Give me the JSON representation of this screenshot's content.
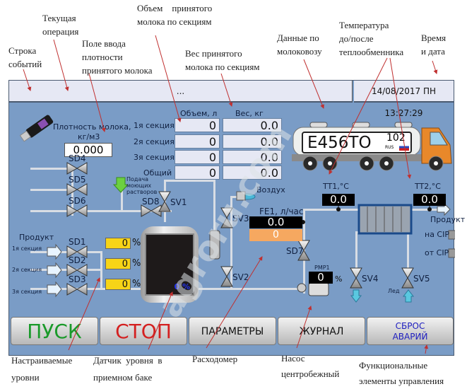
{
  "annotations": {
    "event_line": [
      "Строка",
      "событий"
    ],
    "current_op": [
      "Текущая",
      "операция"
    ],
    "density_input": [
      "Поле ввода",
      "плотности",
      "принятого молока"
    ],
    "volume_sections": [
      "Объем    принятого",
      "молока по секциям"
    ],
    "weight_sections": [
      "Вес принятого",
      "молока по секциям"
    ],
    "truck_data": [
      "Данные по",
      "молоковозу"
    ],
    "temperature": [
      "Температура",
      "до/после",
      "теплообменника"
    ],
    "datetime": [
      "Время",
      "и дата"
    ],
    "levels": [
      "Настраиваемые",
      "уровни"
    ],
    "tank_level": [
      "Датчик  уровня  в",
      "приемном баке"
    ],
    "flowmeter": [
      "Расходомер"
    ],
    "pump": [
      "Насос",
      "центробежный"
    ],
    "controls": [
      "Функциональные",
      "элементы управления"
    ]
  },
  "header": {
    "event_text": "...",
    "datetime": "14/08/2017 ПН 13:27:29"
  },
  "density": {
    "label1": "Плотность молока,",
    "label2": "кг/м3",
    "value": "0.000"
  },
  "sections": {
    "volume_header": "Объем, л",
    "weight_header": "Вес, кг",
    "rows": [
      {
        "label": "1я секция",
        "volume": "0",
        "weight": "0.0"
      },
      {
        "label": "2я секция",
        "volume": "0",
        "weight": "0.0"
      },
      {
        "label": "3я секция",
        "volume": "0",
        "weight": "0.0"
      },
      {
        "label": "Общий",
        "volume": "0",
        "weight": "0.0"
      }
    ]
  },
  "truck": {
    "plate": "E456TO",
    "region": "102",
    "country": "RUS"
  },
  "valves": {
    "sd1": "SD1",
    "sd2": "SD2",
    "sd3": "SD3",
    "sd4": "SD4",
    "sd5": "SD5",
    "sd6": "SD6",
    "sd7": "SD7",
    "sd8": "SD8",
    "sv1": "SV1",
    "sv2": "SV2",
    "sv3": "SV3",
    "sv4": "SV4",
    "sv5": "SV5"
  },
  "inlets": {
    "product_label": "Продукт",
    "sections": [
      "1я секция",
      "2я секция",
      "3я секция"
    ],
    "wash": [
      "Подача",
      "моющих",
      "растворов"
    ],
    "air": "Воздух"
  },
  "levels": [
    {
      "value": "0",
      "unit": "%"
    },
    {
      "value": "0",
      "unit": "%"
    },
    {
      "value": "0",
      "unit": "%"
    }
  ],
  "tank": {
    "level": "0 %"
  },
  "flow": {
    "label": "FE1, л/час",
    "value": "0.0",
    "total": "0"
  },
  "temps": {
    "tt1_label": "TT1,°C",
    "tt1_value": "0.0",
    "tt2_label": "TT2,°C",
    "tt2_value": "0.0"
  },
  "pump": {
    "label": "PMP1",
    "value": "0",
    "unit": "%"
  },
  "outlet": {
    "product": "Продукт",
    "to_cip": "на CIP",
    "from_cip": "от CIP",
    "ice": "Лед"
  },
  "buttons": {
    "start": "ПУСК",
    "stop": "СТОП",
    "params": "ПАРАМЕТРЫ",
    "journal": "ЖУРНАЛ",
    "reset1": "СБРОС",
    "reset2": "АВАРИЙ"
  },
  "watermark": "agroru.com",
  "colors": {
    "panel": "#7a9cc6",
    "start": "#1a9a2a",
    "stop": "#d42020",
    "reset": "#2020c0",
    "level_box": "#f7d417",
    "flow_total": "#f6a860"
  }
}
